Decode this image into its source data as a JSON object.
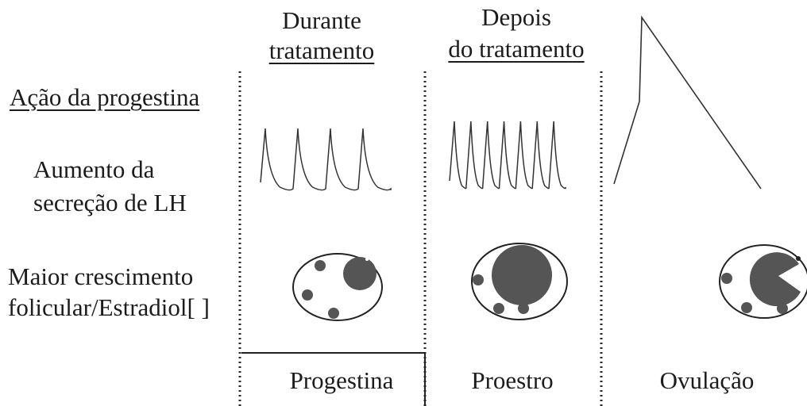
{
  "headers": {
    "during_line1": "Durante",
    "during_line2": "tratamento",
    "after_line1": "Depois",
    "after_line2": "do tratamento"
  },
  "row_labels": {
    "progestin_action": "Ação da progestina",
    "lh_line1": "Aumento da",
    "lh_line2": "secreção de LH",
    "follicle_line1": "Maior crescimento",
    "follicle_line2": "folicular/Estradiol[ ]"
  },
  "phases": {
    "progestin": "Progestina",
    "proestrus": "Proestro",
    "ovulation": "Ovulação"
  },
  "lh_pulses": {
    "during_treatment": 4,
    "after_treatment": 7
  },
  "colors": {
    "ink": "#1c1c1c",
    "follicle_fill": "#555555"
  }
}
